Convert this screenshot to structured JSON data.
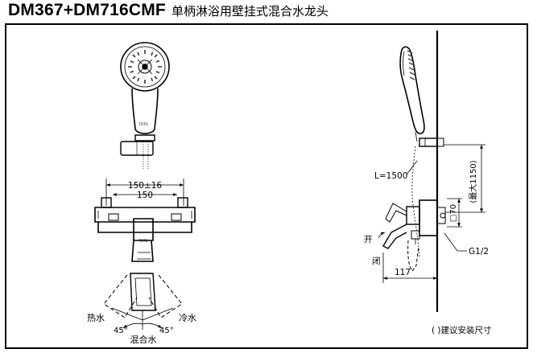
{
  "title": {
    "model": "DM367+DM716CMF",
    "description": "单柄淋浴用壁挂式混合水龙头"
  },
  "dimensions": {
    "width_tolerance": "150±16",
    "width_nominal": "150",
    "hose_length": "L=1500",
    "height_max": "(最大1150)",
    "small_height": "□70",
    "thread": "G1/2",
    "depth": "117"
  },
  "handle_positions": {
    "open": "开",
    "closed": "闭"
  },
  "mixing": {
    "hot": "热水",
    "cold": "冷水",
    "mixed": "混合水",
    "angle_left": "45°",
    "angle_right": "45°"
  },
  "brand_mark": "TOTO",
  "note": "( )建议安装尺寸"
}
